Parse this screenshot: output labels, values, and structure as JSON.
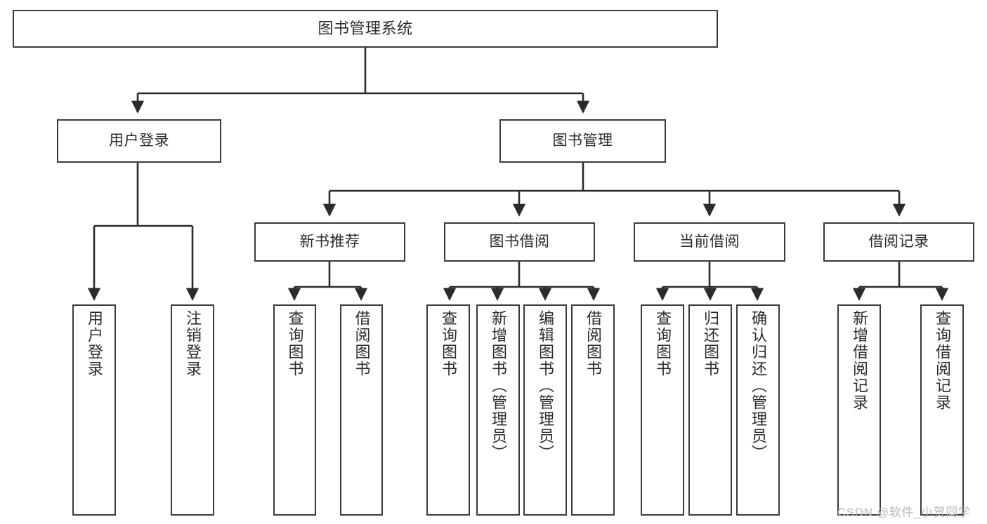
{
  "diagram": {
    "title": "图书管理系统",
    "type": "tree-hierarchy",
    "watermark": "CSDN @软件_小贺同学",
    "colors": {
      "box_border": "#3a3a3a",
      "box_fill": "#ffffff",
      "connector": "#2b2b2b",
      "text": "#2b2b2b",
      "watermark": "#b9b9b9",
      "background": "#ffffff"
    },
    "nodes": {
      "root": {
        "label": "图书管理系统"
      },
      "tier2": [
        {
          "label": "用户登录"
        },
        {
          "label": "图书管理"
        }
      ],
      "tier3": [
        {
          "label": "新书推荐"
        },
        {
          "label": "图书借阅"
        },
        {
          "label": "当前借阅"
        },
        {
          "label": "借阅记录"
        }
      ],
      "leaves": {
        "user_login": [
          {
            "label": "用户登录"
          },
          {
            "label": "注销登录"
          }
        ],
        "new_book_recommend": [
          {
            "label": "查询图书"
          },
          {
            "label": "借阅图书"
          }
        ],
        "book_borrow": [
          {
            "label": "查询图书"
          },
          {
            "label": "新增图书（管理员）"
          },
          {
            "label": "编辑图书（管理员）"
          },
          {
            "label": "借阅图书"
          }
        ],
        "current_borrow": [
          {
            "label": "查询图书"
          },
          {
            "label": "归还图书"
          },
          {
            "label": "确认归还（管理员）"
          }
        ],
        "borrow_record": [
          {
            "label": "新增借阅记录"
          },
          {
            "label": "查询借阅记录"
          }
        ]
      }
    }
  }
}
